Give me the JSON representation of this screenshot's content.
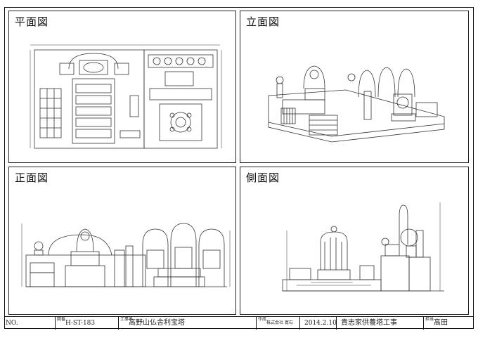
{
  "views": {
    "plan": "平面図",
    "elevation": "立面図",
    "front": "正面図",
    "side": "側面図"
  },
  "title_block": {
    "no_label": "NO.",
    "code_key": "図番",
    "code": "H-ST-183",
    "name_key": "工事名",
    "name": "高野山仏舎利宝塔",
    "company_key": "作成",
    "company": "株式会社 寛石",
    "date": "2014.2.10",
    "project": "貴志家供養塔工事",
    "author_key": "担当",
    "author": "高田"
  }
}
